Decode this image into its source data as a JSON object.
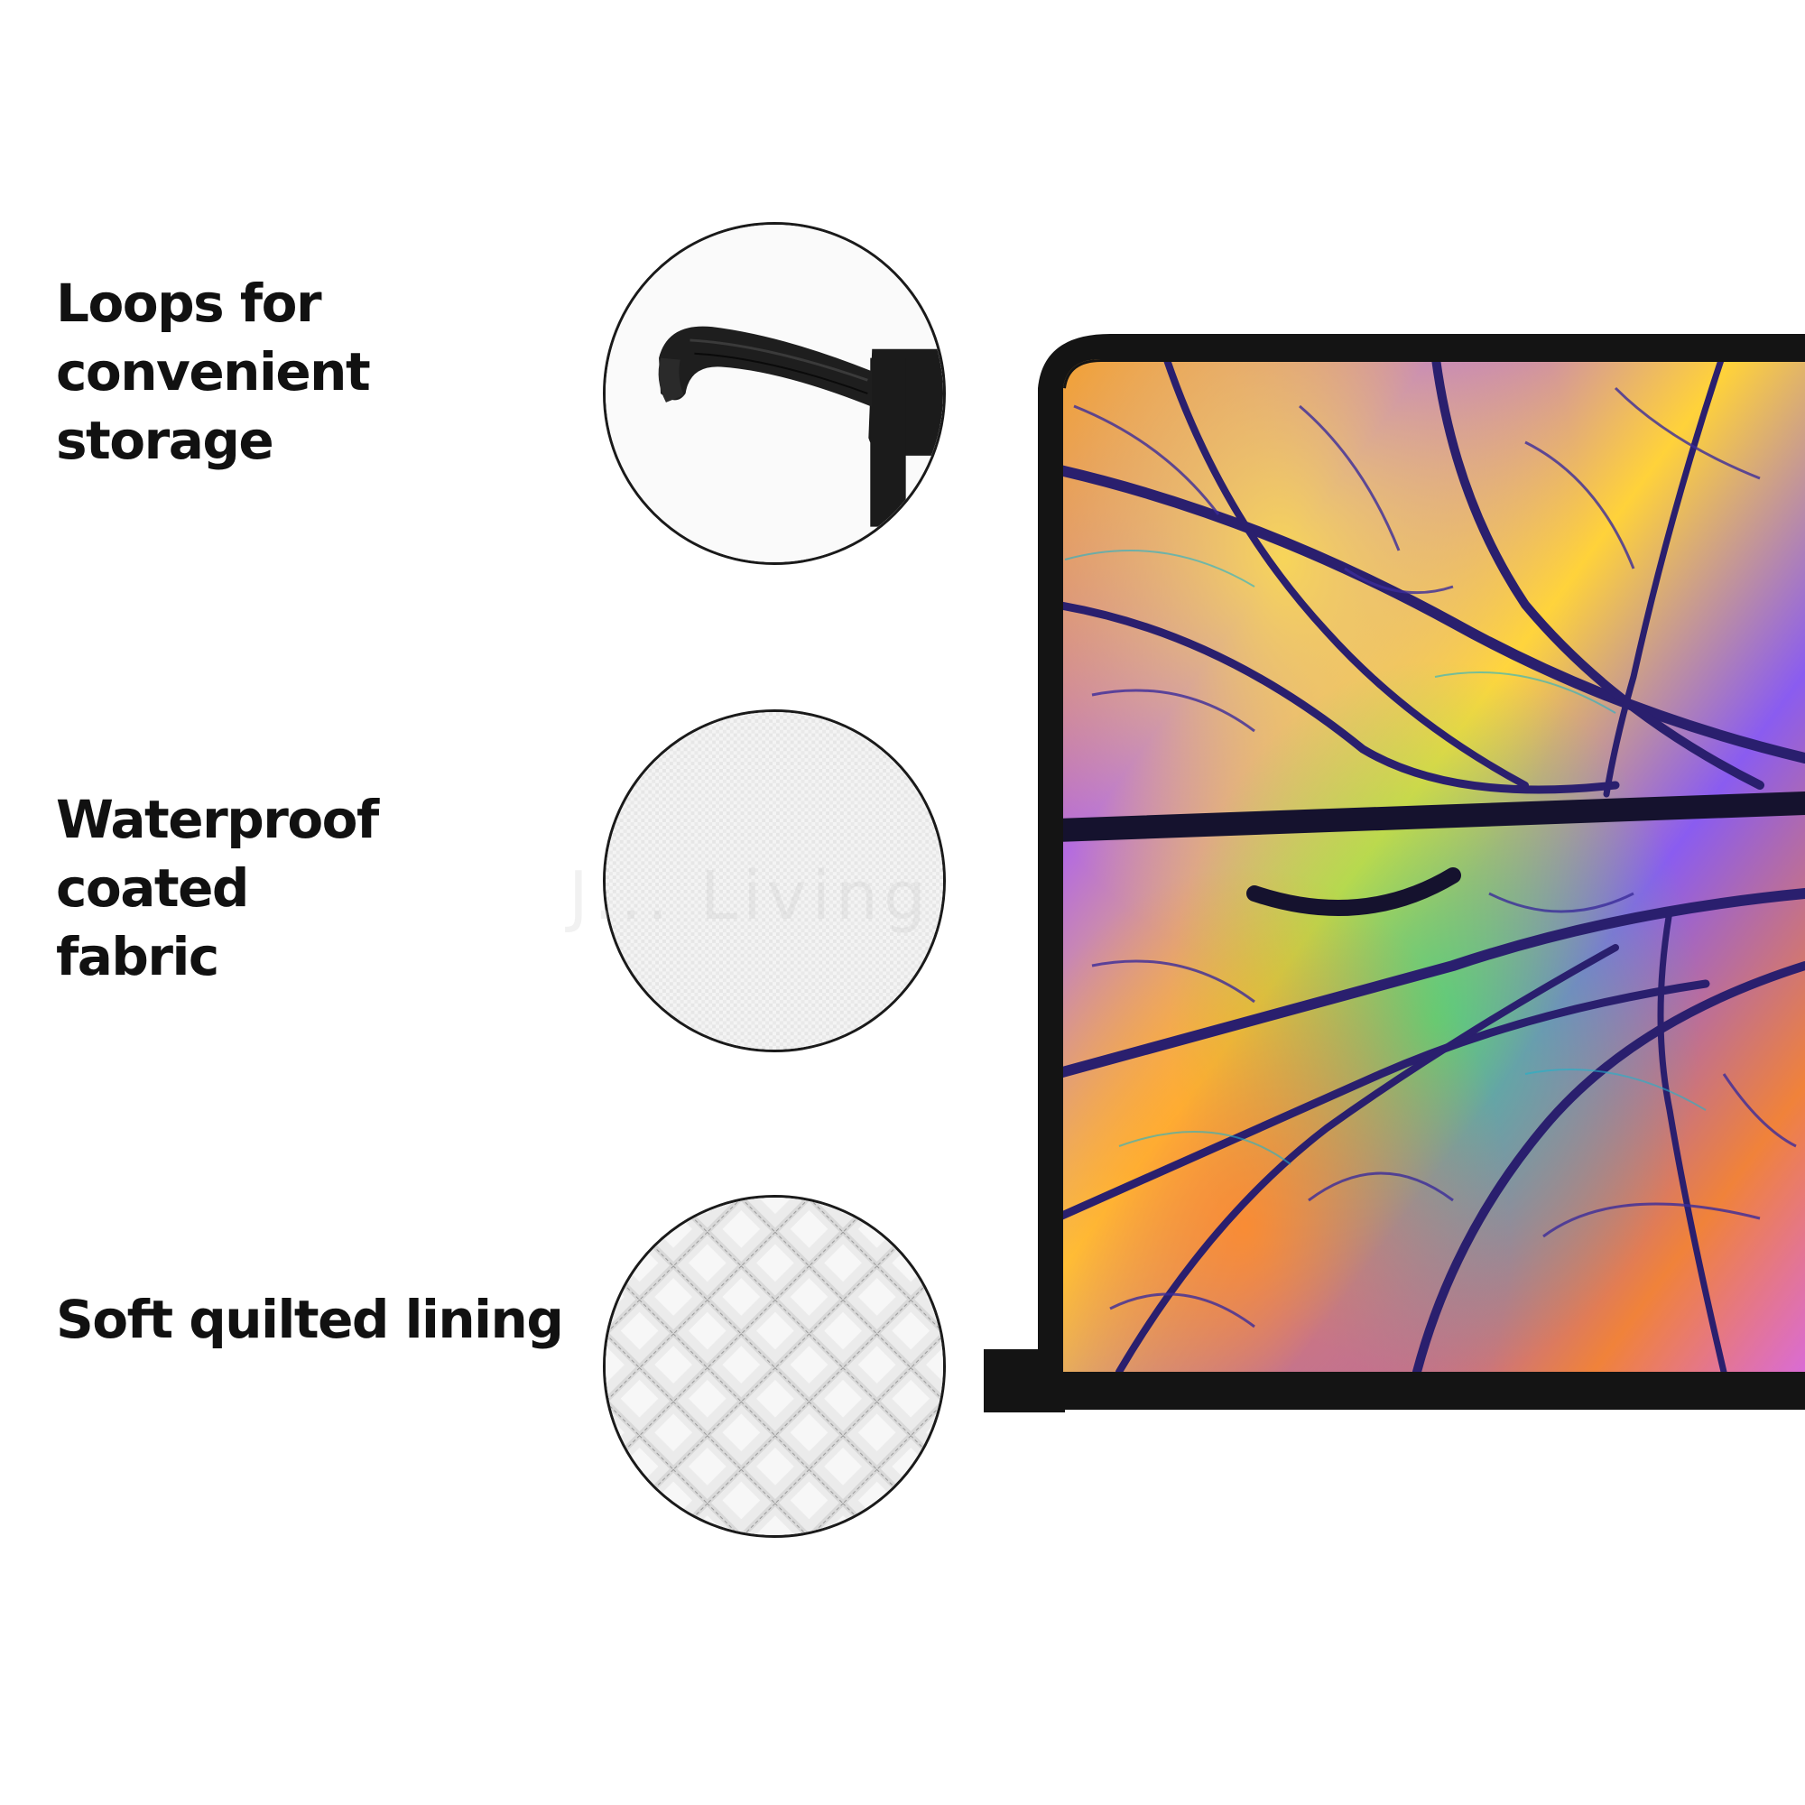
{
  "features": [
    {
      "label": "Loops for\nconvenient storage",
      "icon": "hanging-loop-icon"
    },
    {
      "label": "Waterproof coated\nfabric",
      "icon": "fabric-texture-icon"
    },
    {
      "label": "Soft quilted lining",
      "icon": "quilted-lining-icon"
    }
  ],
  "product": {
    "pattern": "colorful-tree-branches",
    "trim_color": "#141414"
  },
  "watermark": "J... Living",
  "colors": {
    "background": "#ffffff",
    "text": "#111111",
    "trim": "#141414"
  }
}
